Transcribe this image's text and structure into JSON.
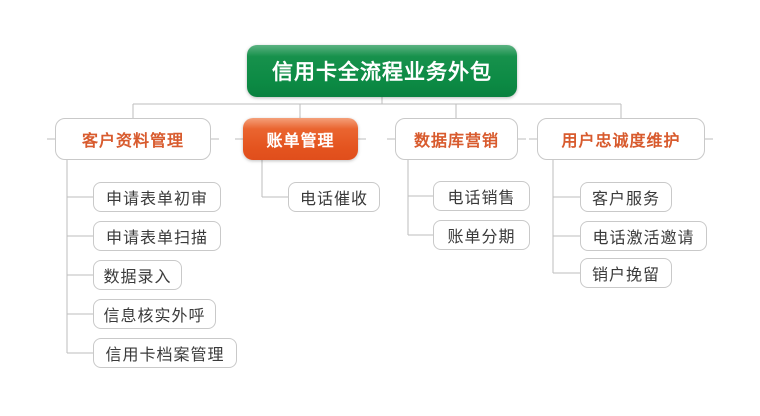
{
  "root": {
    "label": "信用卡全流程业务外包"
  },
  "branches": [
    {
      "label": "客户资料管理",
      "children": [
        "申请表单初审",
        "申请表单扫描",
        "数据录入",
        "信息核实外呼",
        "信用卡档案管理"
      ]
    },
    {
      "label": "账单管理",
      "children": [
        "电话催收"
      ]
    },
    {
      "label": "数据库营销",
      "children": [
        "电话销售",
        "账单分期"
      ]
    },
    {
      "label": "用户忠诚度维护",
      "children": [
        "客户服务",
        "电话激活邀请",
        "销户挽留"
      ]
    }
  ],
  "colors": {
    "root_fill": "#0c8a44",
    "highlight_branch_fill": "#e4541f",
    "branch_text": "#d85b2e",
    "leaf_text": "#3a3a3a",
    "connector_line": "#bdbdbd",
    "box_border": "#c9c9c9"
  }
}
